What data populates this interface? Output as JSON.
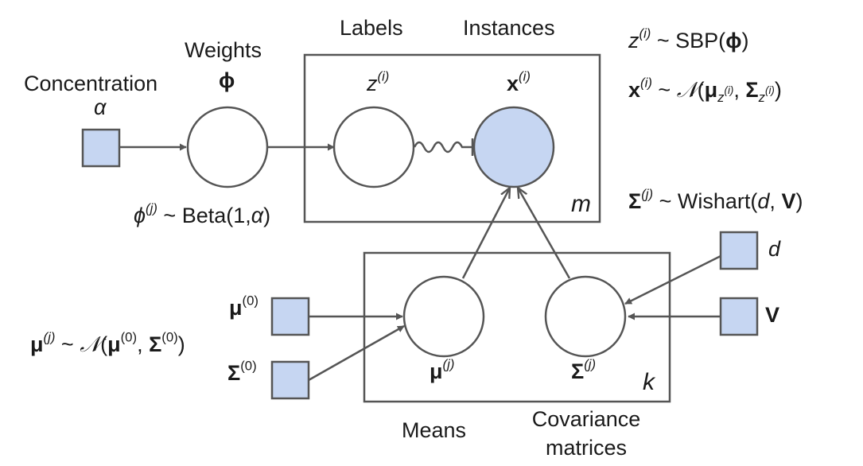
{
  "labels": {
    "concentration": "Concentration",
    "weights": "Weights",
    "labels": "Labels",
    "instances": "Instances",
    "means": "Means",
    "covariance_line1": "Covariance",
    "covariance_line2": "matrices"
  },
  "symbols": {
    "alpha": "α",
    "phi": "ϕ",
    "z": "z",
    "i": "(i)",
    "j": "(j)",
    "zero": "(0)",
    "x": "x",
    "mu": "μ",
    "Sigma": "Σ",
    "d": "d",
    "V": "V",
    "m": "m",
    "k": "k"
  },
  "equations": {
    "z_prefix": "~ SBP(",
    "z_suffix": ")",
    "x_prefix": "~ ",
    "normal": "𝒩",
    "open": "(",
    "comma": ",",
    "close": ")",
    "sigma_prefix": "~ Wishart(",
    "sigma_close": ")",
    "beta": "~ Beta(1,",
    "beta_close": ")"
  },
  "colors": {
    "observed_fill": "#c6d6f2",
    "stroke": "#555555",
    "text": "#1a1a1a"
  }
}
